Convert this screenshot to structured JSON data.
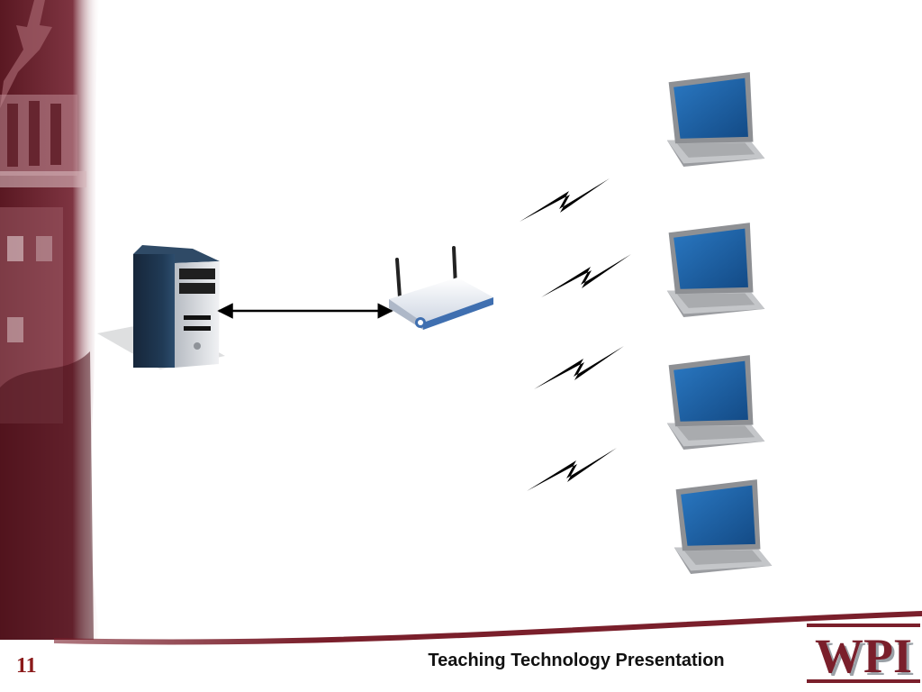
{
  "slide": {
    "page_number": "11",
    "footer_title": "Teaching Technology Presentation",
    "logo_text": "WPI"
  },
  "colors": {
    "brand_maroon": "#7a1f2b",
    "laptop_screen": "#1f5fa0",
    "server_body": "#1c2f40",
    "router_accent": "#3f6fb0"
  },
  "icons": {
    "server": "server-tower-icon",
    "router": "wireless-router-icon",
    "laptop": "laptop-icon",
    "signal": "lightning-bolt-icon"
  },
  "diagram": {
    "nodes": [
      "server",
      "wireless-router",
      "laptop",
      "laptop",
      "laptop",
      "laptop"
    ],
    "links": [
      {
        "from": "server",
        "to": "wireless-router",
        "type": "wired-bidirectional"
      },
      {
        "from": "wireless-router",
        "to": "laptops",
        "type": "wireless",
        "count": 4
      }
    ]
  }
}
